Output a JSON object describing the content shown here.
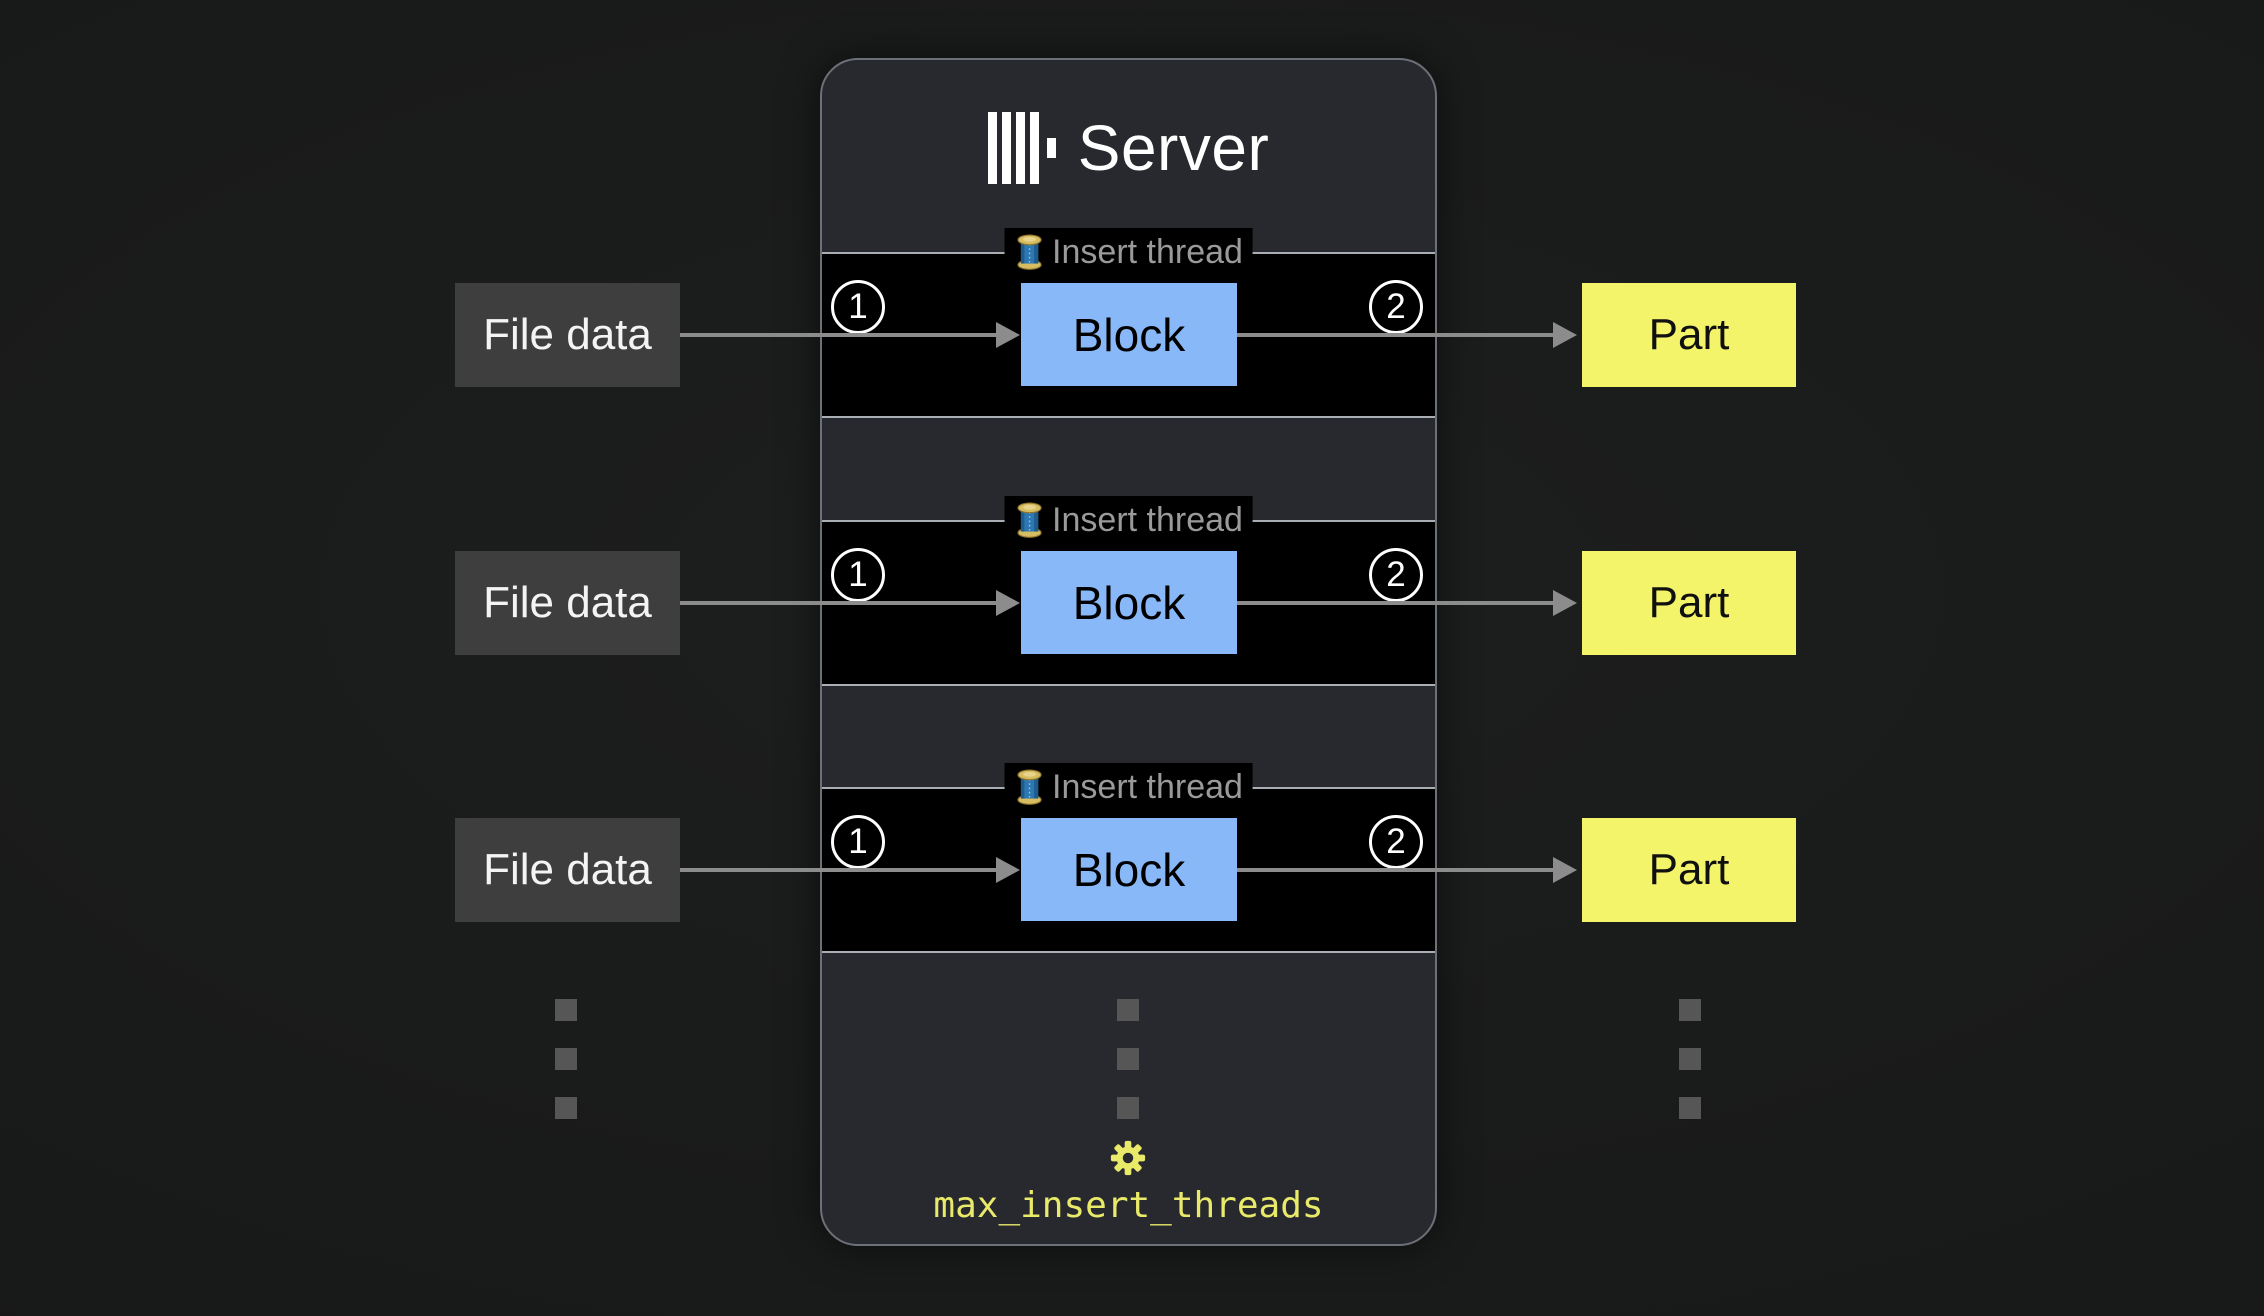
{
  "server": {
    "title": "Server",
    "logo": "clickhouse-logo",
    "setting": "max_insert_threads",
    "threads": [
      {
        "legend": "Insert thread",
        "block": "Block",
        "step_in": "1",
        "step_out": "2"
      },
      {
        "legend": "Insert thread",
        "block": "Block",
        "step_in": "1",
        "step_out": "2"
      },
      {
        "legend": "Insert thread",
        "block": "Block",
        "step_in": "1",
        "step_out": "2"
      }
    ]
  },
  "inputs": [
    "File data",
    "File data",
    "File data"
  ],
  "outputs": [
    "Part",
    "Part",
    "Part"
  ],
  "icons": {
    "legend_icon": "thread-spool-icon",
    "setting_icon": "gear-icon"
  },
  "colors": {
    "canvas_bg": "#191a1a",
    "panel_bg": "#27292f",
    "panel_border": "#6c7077",
    "band_bg": "#000000",
    "band_border": "#a9aeb4",
    "block_fill": "#88b8f8",
    "part_fill": "#f3f469",
    "input_fill": "#3e3e3e",
    "accent_yellow": "#e9e96a",
    "arrow": "#8c8c8c",
    "legend_text": "#9a9a9a",
    "dot": "#565656"
  }
}
